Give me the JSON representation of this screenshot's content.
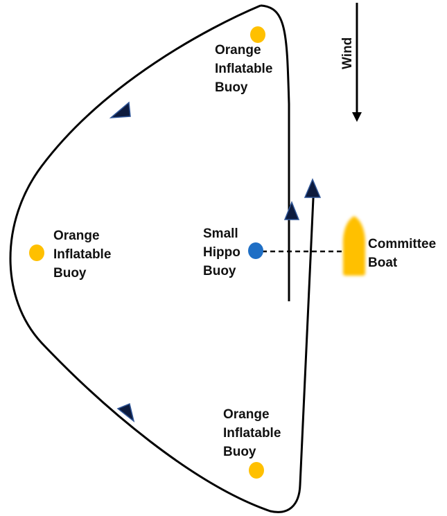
{
  "wind": {
    "label": "Wind",
    "direction": "down"
  },
  "marks": {
    "top": {
      "label_lines": [
        "Orange",
        "Inflatable",
        "Buoy"
      ],
      "color": "#FFC000"
    },
    "left": {
      "label_lines": [
        "Orange",
        "Inflatable",
        "Buoy"
      ],
      "color": "#FFC000"
    },
    "bottom": {
      "label_lines": [
        "Orange",
        "Inflatable",
        "Buoy"
      ],
      "color": "#FFC000"
    },
    "start": {
      "label_lines": [
        "Small",
        "Hippo",
        "Buoy"
      ],
      "color": "#1F6FC5"
    }
  },
  "committee_boat": {
    "label_lines": [
      "Committee",
      "Boat"
    ],
    "color": "#FFC000"
  },
  "colors": {
    "course": "#000000",
    "arrowhead": "#0D1B3E",
    "arrowhead_outline": "#2F5597",
    "start_line": "#000000"
  }
}
